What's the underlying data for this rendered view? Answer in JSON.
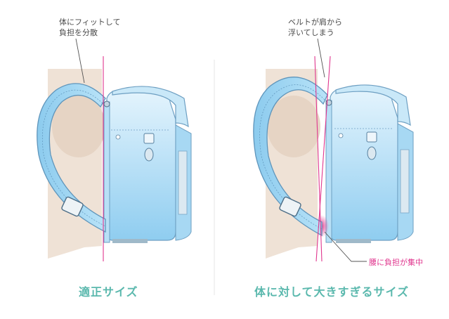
{
  "left_panel": {
    "annotation_line1": "体にフィットして",
    "annotation_line2": "負担を分散",
    "caption": "適正サイズ"
  },
  "right_panel": {
    "annotation_line1": "ベルトが肩から",
    "annotation_line2": "浮いてしまう",
    "waist_note": "腰に負担が集中",
    "caption": "体に対して大きすぎるサイズ"
  },
  "colors": {
    "caption": "#5ab8ad",
    "guide_line": "#e0368e",
    "bag_light": "#d6eefb",
    "bag_dark": "#8ccbee",
    "strap": "#a9dcf6",
    "body": "#efe2d6"
  }
}
